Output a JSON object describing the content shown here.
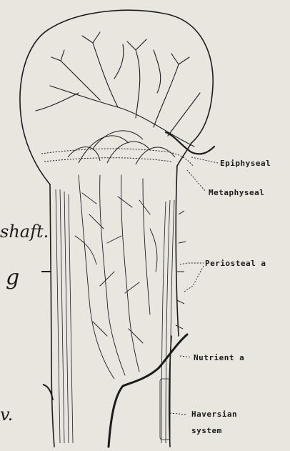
{
  "labels": {
    "epiphyseal": "Epiphyseal",
    "metaphyseal": "Metaphyseal",
    "periosteal": "Periosteal a",
    "nutrient": "Nutrient a",
    "haversian_line1": "Haversian",
    "haversian_line2": "system"
  },
  "margin_marks": {
    "shaft": "shaft.",
    "g": "g",
    "v": "v."
  },
  "ink_color": "#1c1c1c",
  "paper_color": "#e9e6df"
}
